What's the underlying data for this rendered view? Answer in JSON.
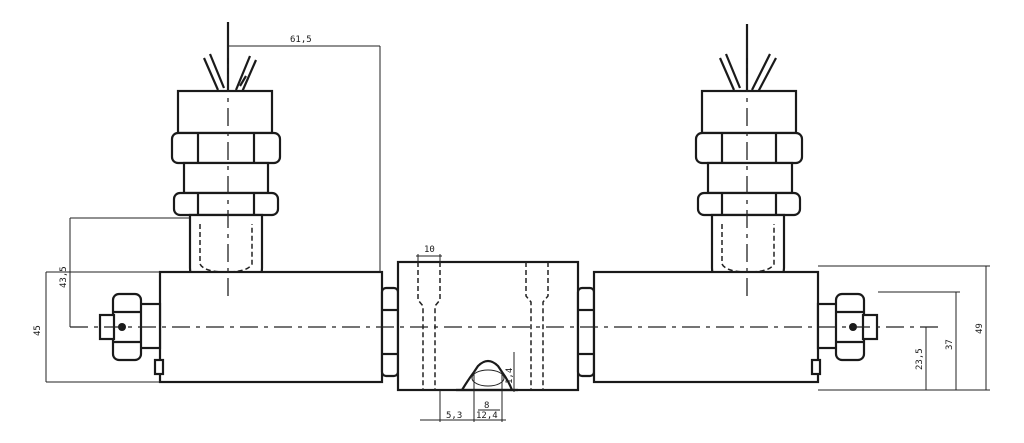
{
  "drawing": {
    "dimensions": {
      "overall_height_right": "49",
      "center_height_right": "37",
      "center_to_base_right": "23,5",
      "left_height": "45",
      "left_pipe_height": "43,5",
      "top_offset": "61,5",
      "slot_width": "10",
      "bottom_a": "5,3",
      "bottom_b": "12,4",
      "bottom_c": "8",
      "groove_depth": "1,4"
    }
  }
}
